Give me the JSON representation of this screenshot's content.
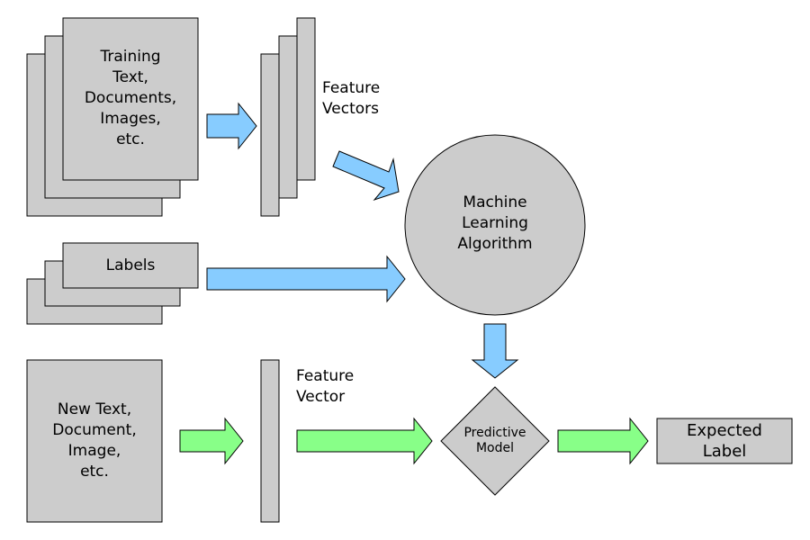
{
  "colors": {
    "box_fill": "#cccccc",
    "stroke": "#000000",
    "blue_arrow": "#87ccff",
    "green_arrow": "#88ff88",
    "background": "#ffffff"
  },
  "nodes": {
    "training_docs": "Training\nText,\nDocuments,\nImages,\netc.",
    "feature_vectors": "Feature\nVectors",
    "ml_algorithm": "Machine\nLearning\nAlgorithm",
    "labels": "Labels",
    "new_text": "New Text,\nDocument,\nImage,\netc.",
    "feature_vector": "Feature\nVector",
    "predictive_model": "Predictive\nModel",
    "expected_label": "Expected\nLabel"
  }
}
